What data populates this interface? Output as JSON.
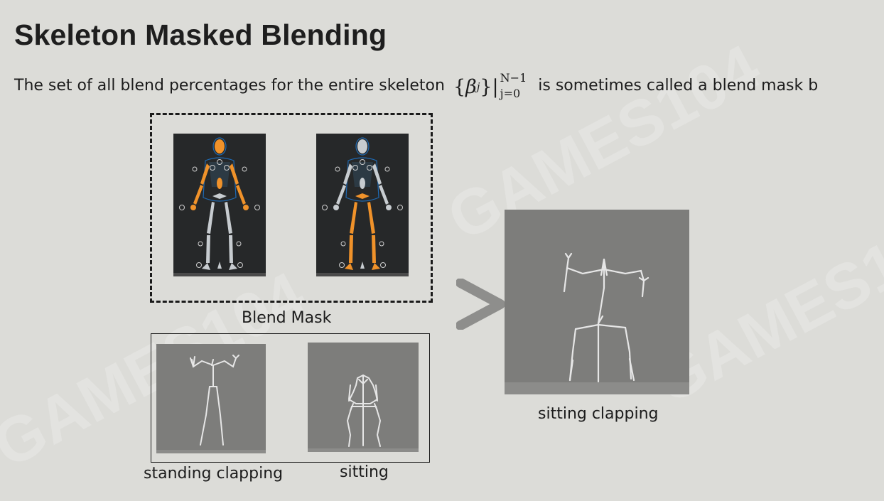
{
  "slide": {
    "title": "Skeleton Masked Blending",
    "subtitle_before": "The set of all blend percentages for the entire skeleton",
    "subtitle_after": "is sometimes called a blend mask b",
    "math": {
      "symbol": "β",
      "index": "j",
      "upper": "N−1",
      "lower": "j=0"
    },
    "labels": {
      "blend_mask": "Blend Mask",
      "standing_clapping": "standing clapping",
      "sitting": "sitting",
      "sitting_clapping": "sitting clapping"
    },
    "watermark": "GAMES104"
  },
  "colors": {
    "background": "#dcdcd8",
    "highlight_orange": "#f0922a",
    "bone_gray": "#c7ccd0",
    "panel_gray": "#7d7d7b",
    "arrow_gray": "#8e8e8c"
  }
}
